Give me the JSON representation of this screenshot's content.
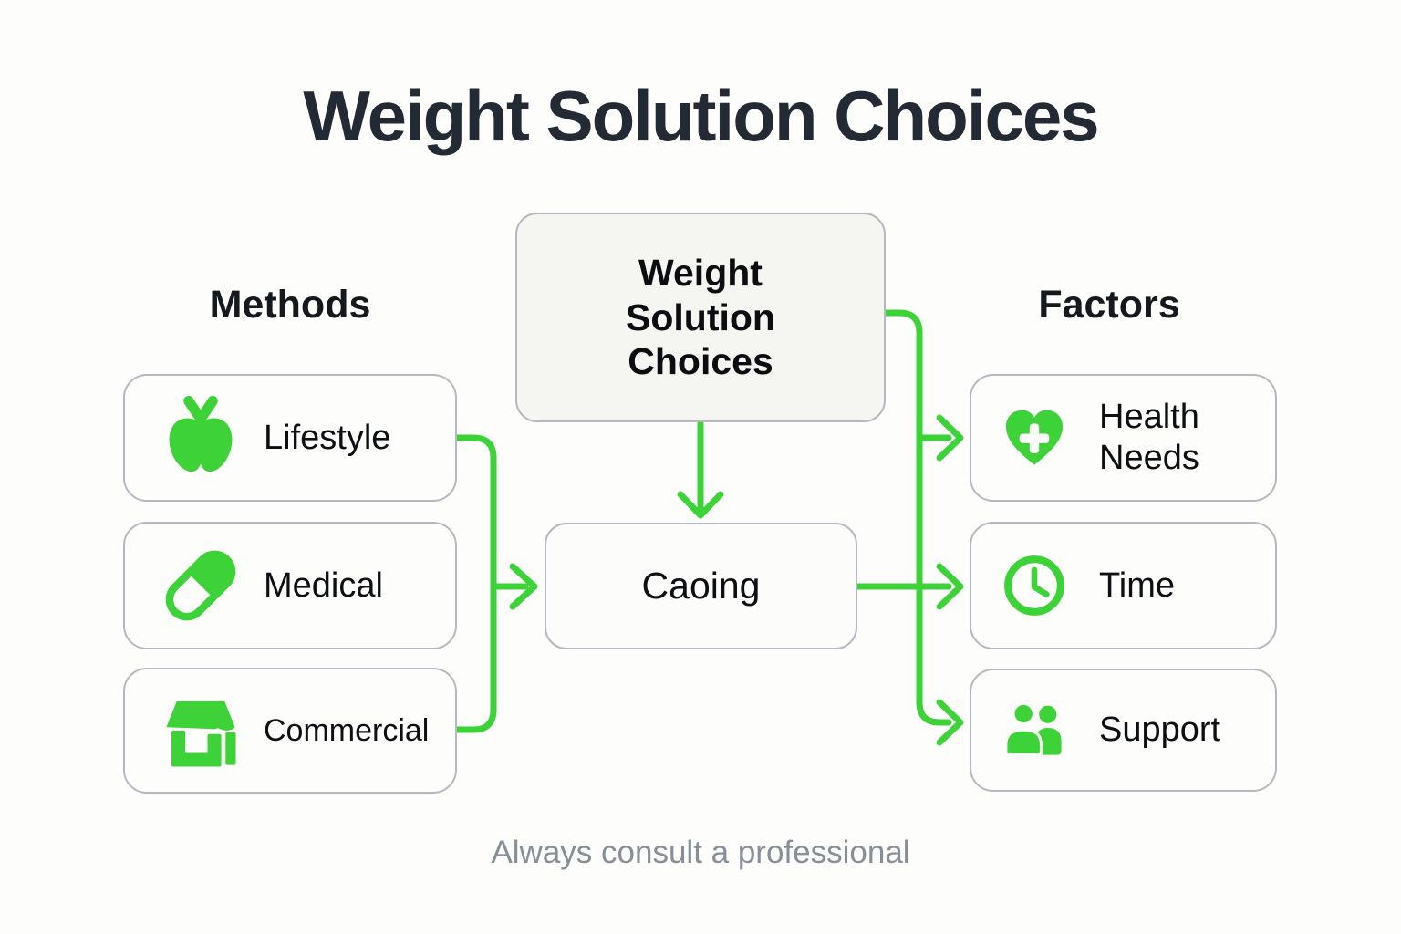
{
  "title": "Weight Solution Choices",
  "footer": "Always consult a professional",
  "center": {
    "root_label": "Weight Solution Choices",
    "hub_label": "Caoing"
  },
  "columns": {
    "left": {
      "header": "Methods",
      "items": [
        {
          "label": "Lifestyle",
          "icon": "apple-icon"
        },
        {
          "label": "Medical",
          "icon": "pill-icon"
        },
        {
          "label": "Commercial",
          "icon": "store-icon"
        }
      ]
    },
    "right": {
      "header": "Factors",
      "items": [
        {
          "label": "Health Needs",
          "icon": "heart-plus-icon"
        },
        {
          "label": "Time",
          "icon": "clock-icon"
        },
        {
          "label": "Support",
          "icon": "people-icon"
        }
      ]
    }
  },
  "colors": {
    "accent_green": "#3dd338",
    "title_text": "#242a33",
    "label_text": "#0d0f12",
    "muted_text": "#878e95",
    "box_border": "#b5b9bf",
    "box_fill": "#fdfdfc",
    "root_fill": "#f5f5f2",
    "background": "#fdfdfb"
  }
}
